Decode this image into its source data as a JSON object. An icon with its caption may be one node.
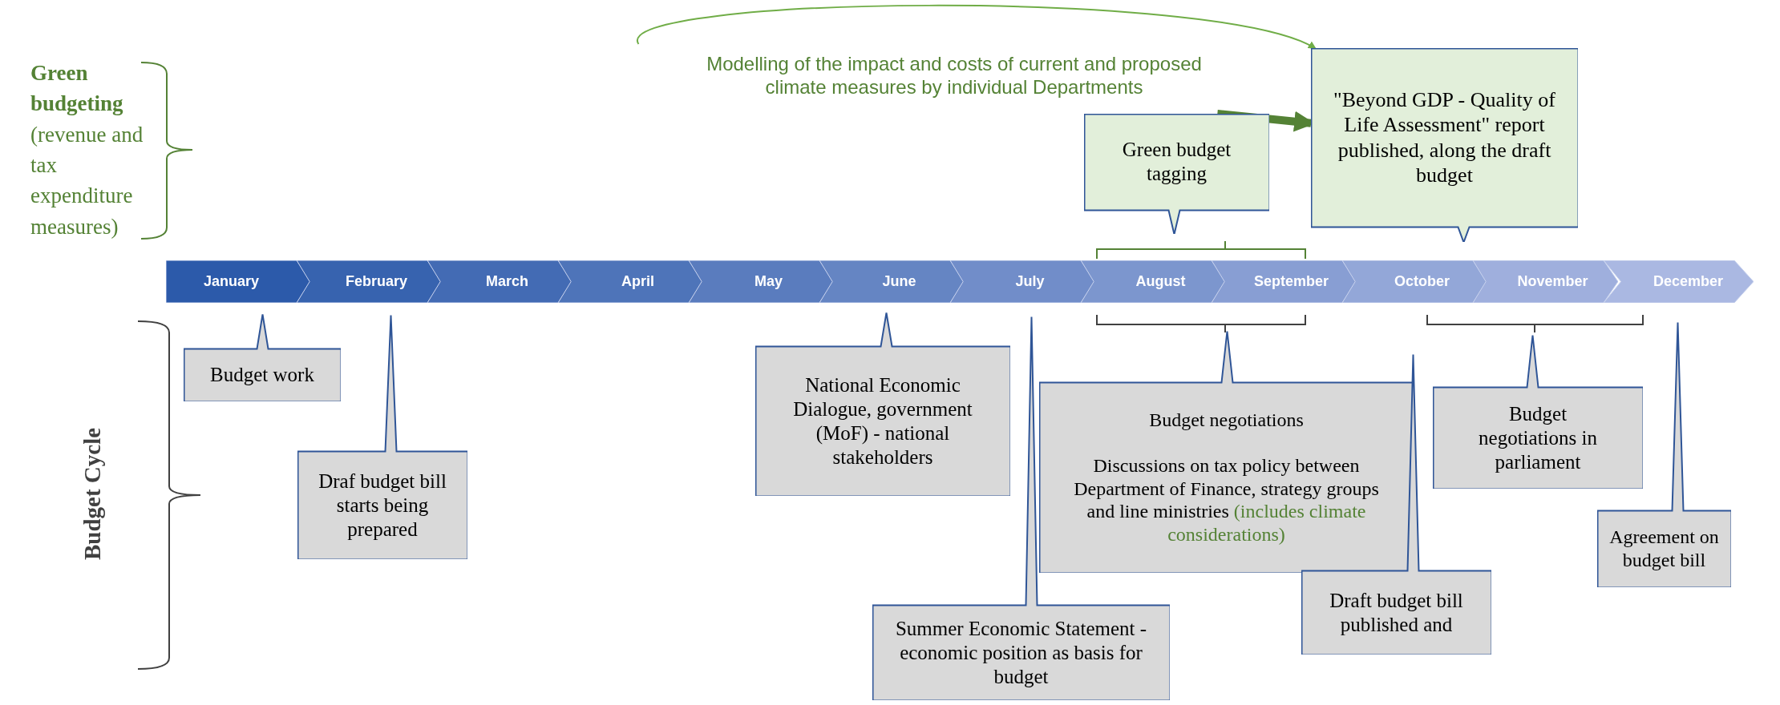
{
  "diagram": {
    "nodes": [
      {
        "text": [
          "Modelling of the impact and costs of current and proposed climate measures by individual Departments"
        ]
      },
      {
        "text": [
          "\"Beyond GDP - Quality of Life Assessment\" report published, along the draft budget"
        ]
      },
      {
        "text": [
          "Green budget tagging"
        ]
      },
      {
        "text": [
          "January"
        ]
      },
      {
        "text": [
          "February"
        ]
      },
      {
        "text": [
          "March"
        ]
      },
      {
        "text": [
          "April"
        ]
      },
      {
        "text": [
          "May"
        ]
      },
      {
        "text": [
          "June"
        ]
      },
      {
        "text": [
          "July"
        ]
      },
      {
        "text": [
          "August"
        ]
      },
      {
        "text": [
          "September"
        ]
      },
      {
        "text": [
          "October"
        ]
      },
      {
        "text": [
          "November"
        ]
      },
      {
        "text": [
          "December"
        ]
      },
      {
        "text": [
          "Budget work"
        ]
      },
      {
        "text": [
          "Draf budget bill starts being prepared"
        ]
      },
      {
        "text": [
          "National Economic Dialogue, government (MoF) - national stakeholders"
        ]
      },
      {
        "text": [
          "Budget negotiations",
          "Discussions on tax policy between Department of Finance, strategy groups and line ministries",
          "(includes climate considerations)"
        ]
      },
      {
        "text": [
          "Summer Economic Statement - economic position as basis for budget"
        ]
      },
      {
        "text": [
          "Draft budget bill published and"
        ]
      },
      {
        "text": [
          "Budget negotiations in parliament"
        ]
      },
      {
        "text": [
          "Agreement on budget bill"
        ]
      }
    ],
    "edges": [
      {
        "from": 2,
        "to": 1,
        "arrow": "to",
        "style": "thick",
        "color": "#548235"
      },
      {
        "from": 0,
        "to": 1,
        "arrow": "to",
        "color": "#70ad47"
      }
    ],
    "labels": [
      "**Green budgeting** (revenue and tax expenditure measures)",
      "Budget Cycle"
    ]
  }
}
